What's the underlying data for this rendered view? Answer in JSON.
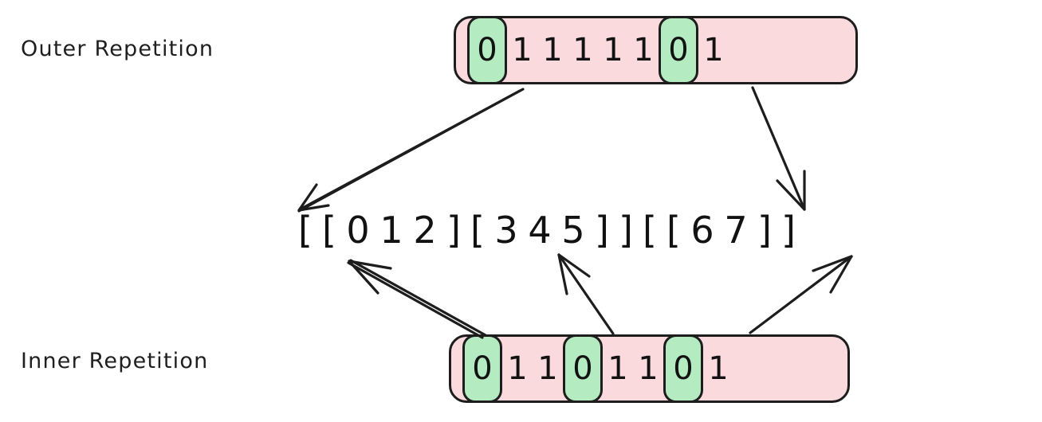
{
  "labels": {
    "outer": "Outer Repetition",
    "inner": "Inner Repetition"
  },
  "colors": {
    "highlight_green": "#b5ebc0",
    "bar_pink": "#fadadd",
    "stroke": "#1d1d1d",
    "text": "#121212",
    "background": "#ffffff"
  },
  "outer_sequence": {
    "name": "Outer Repetition",
    "cells": [
      {
        "value": "0",
        "highlighted": true
      },
      {
        "value": "1",
        "highlighted": false
      },
      {
        "value": "1",
        "highlighted": false
      },
      {
        "value": "1",
        "highlighted": false
      },
      {
        "value": "1",
        "highlighted": false
      },
      {
        "value": "1",
        "highlighted": false
      },
      {
        "value": "0",
        "highlighted": true
      },
      {
        "value": "1",
        "highlighted": false
      }
    ]
  },
  "inner_sequence": {
    "name": "Inner Repetition",
    "cells": [
      {
        "value": "0",
        "highlighted": true
      },
      {
        "value": "1",
        "highlighted": false
      },
      {
        "value": "1",
        "highlighted": false
      },
      {
        "value": "0",
        "highlighted": true
      },
      {
        "value": "1",
        "highlighted": false
      },
      {
        "value": "1",
        "highlighted": false
      },
      {
        "value": "0",
        "highlighted": true
      },
      {
        "value": "1",
        "highlighted": false
      }
    ]
  },
  "bracket_expression": {
    "text": "[[0 1 2][3 4 5]][[6 7]]",
    "tokens": [
      {
        "t": "[",
        "kind": "bracket"
      },
      {
        "t": "[",
        "kind": "bracket"
      },
      {
        "t": "0",
        "kind": "number"
      },
      {
        "t": "1",
        "kind": "number"
      },
      {
        "t": "2",
        "kind": "number"
      },
      {
        "t": "]",
        "kind": "bracket"
      },
      {
        "t": "[",
        "kind": "bracket"
      },
      {
        "t": "3",
        "kind": "number"
      },
      {
        "t": "4",
        "kind": "number"
      },
      {
        "t": "5",
        "kind": "number"
      },
      {
        "t": "]",
        "kind": "bracket"
      },
      {
        "t": "]",
        "kind": "bracket"
      },
      {
        "t": "[",
        "kind": "bracket"
      },
      {
        "t": "[",
        "kind": "bracket"
      },
      {
        "t": "6",
        "kind": "number"
      },
      {
        "t": "7",
        "kind": "number"
      },
      {
        "t": "]",
        "kind": "bracket"
      },
      {
        "t": "]",
        "kind": "bracket"
      }
    ]
  },
  "arrows": [
    {
      "id": "outer-0-to-open-outer-1",
      "from": "outer-cell-0",
      "to": "bracket-token-0"
    },
    {
      "id": "outer-6-to-open-outer-2",
      "from": "outer-cell-6",
      "to": "bracket-token-12"
    },
    {
      "id": "inner-0-to-open-inner-1",
      "from": "inner-cell-0",
      "to": "bracket-token-1"
    },
    {
      "id": "inner-3-to-open-inner-2",
      "from": "inner-cell-3",
      "to": "bracket-token-6"
    },
    {
      "id": "inner-6-to-open-inner-3",
      "from": "inner-cell-6",
      "to": "bracket-token-13"
    }
  ]
}
